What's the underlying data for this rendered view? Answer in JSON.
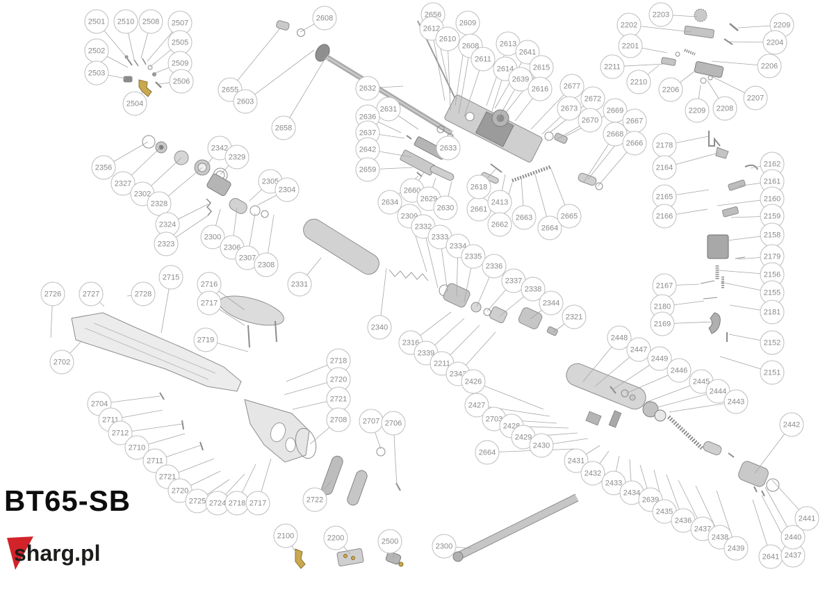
{
  "title": "BT65-SB",
  "brand": {
    "logo_text": "sharg.pl",
    "logo_color": "#d2232a"
  },
  "colors": {
    "balloon_stroke": "#bdbdbd",
    "balloon_text": "#8a8a8a",
    "leader_line": "#a5a5a5",
    "part_grey": "#c9c9c9",
    "part_gold": "#c9a94e"
  },
  "diagram": {
    "parts_format": [
      "label",
      "x",
      "y",
      "target_x",
      "target_y"
    ],
    "parts": [
      [
        "2501",
        139,
        31,
        185,
        86
      ],
      [
        "2510",
        181,
        31,
        193,
        86
      ],
      [
        "2508",
        217,
        31,
        203,
        84
      ],
      [
        "2507",
        259,
        33,
        212,
        88
      ],
      [
        "2502",
        139,
        73,
        184,
        97
      ],
      [
        "2505",
        259,
        61,
        216,
        96
      ],
      [
        "2509",
        259,
        91,
        221,
        106
      ],
      [
        "2503",
        139,
        105,
        181,
        113
      ],
      [
        "2506",
        261,
        117,
        227,
        121
      ],
      [
        "2504",
        194,
        149,
        206,
        131
      ],
      [
        "2608",
        467,
        26,
        432,
        46
      ],
      [
        "2655",
        331,
        129,
        402,
        42
      ],
      [
        "2603",
        353,
        146,
        452,
        72
      ],
      [
        "2658",
        408,
        184,
        468,
        84
      ],
      [
        "2632",
        529,
        127,
        580,
        124
      ],
      [
        "2656",
        623,
        21,
        648,
        134
      ],
      [
        "2612",
        621,
        41,
        640,
        145
      ],
      [
        "2609",
        673,
        33,
        655,
        152
      ],
      [
        "2610",
        644,
        56,
        648,
        158
      ],
      [
        "2608",
        677,
        66,
        660,
        163
      ],
      [
        "2613",
        731,
        63,
        700,
        152
      ],
      [
        "2611",
        695,
        85,
        668,
        168
      ],
      [
        "2641",
        759,
        75,
        712,
        156
      ],
      [
        "2614",
        727,
        99,
        706,
        166
      ],
      [
        "2615",
        779,
        97,
        728,
        162
      ],
      [
        "2639",
        749,
        114,
        716,
        172
      ],
      [
        "2616",
        777,
        128,
        741,
        174
      ],
      [
        "2677",
        823,
        124,
        764,
        186
      ],
      [
        "2672",
        853,
        142,
        792,
        190
      ],
      [
        "2673",
        819,
        156,
        780,
        193
      ],
      [
        "2670",
        849,
        173,
        802,
        200
      ],
      [
        "2669",
        885,
        159,
        812,
        197
      ],
      [
        "2667",
        913,
        174,
        846,
        258
      ],
      [
        "2668",
        885,
        193,
        840,
        262
      ],
      [
        "2666",
        913,
        206,
        860,
        268
      ],
      [
        "2631",
        559,
        157,
        602,
        186
      ],
      [
        "2636",
        529,
        168,
        577,
        191
      ],
      [
        "2637",
        529,
        191,
        582,
        199
      ],
      [
        "2642",
        529,
        215,
        592,
        226
      ],
      [
        "2633",
        645,
        213,
        632,
        202
      ],
      [
        "2659",
        529,
        244,
        594,
        241
      ],
      [
        "2660",
        593,
        274,
        610,
        248
      ],
      [
        "2629",
        617,
        286,
        627,
        256
      ],
      [
        "2634",
        561,
        291,
        602,
        253
      ],
      [
        "2630",
        641,
        299,
        650,
        261
      ],
      [
        "2661",
        689,
        301,
        702,
        261
      ],
      [
        "2618",
        689,
        269,
        714,
        243
      ],
      [
        "2413",
        719,
        291,
        727,
        251
      ],
      [
        "2662",
        719,
        323,
        737,
        263
      ],
      [
        "2663",
        754,
        313,
        750,
        256
      ],
      [
        "2664",
        791,
        328,
        770,
        251
      ],
      [
        "2665",
        819,
        311,
        792,
        241
      ],
      [
        "2203",
        951,
        21,
        1003,
        24
      ],
      [
        "2202",
        905,
        36,
        995,
        46
      ],
      [
        "2209",
        1125,
        36,
        1062,
        40
      ],
      [
        "2201",
        907,
        66,
        960,
        76
      ],
      [
        "2204",
        1115,
        61,
        1050,
        60
      ],
      [
        "2211",
        881,
        96,
        956,
        92
      ],
      [
        "2206",
        1107,
        95,
        1024,
        88
      ],
      [
        "2210",
        919,
        118,
        948,
        94
      ],
      [
        "2206",
        965,
        129,
        1000,
        102
      ],
      [
        "2207",
        1087,
        141,
        1024,
        110
      ],
      [
        "2209",
        1003,
        159,
        1008,
        122
      ],
      [
        "2208",
        1043,
        156,
        1018,
        116
      ],
      [
        "2178",
        956,
        209,
        1020,
        196
      ],
      [
        "2164",
        956,
        241,
        1034,
        220
      ],
      [
        "2162",
        1111,
        236,
        1080,
        242
      ],
      [
        "2161",
        1111,
        261,
        1062,
        268
      ],
      [
        "2165",
        956,
        283,
        1020,
        273
      ],
      [
        "2160",
        1111,
        286,
        1032,
        296
      ],
      [
        "2166",
        956,
        311,
        1018,
        301
      ],
      [
        "2159",
        1111,
        311,
        1052,
        313
      ],
      [
        "2158",
        1111,
        338,
        1047,
        346
      ],
      [
        "2179",
        1111,
        369,
        1062,
        373
      ],
      [
        "2156",
        1111,
        395,
        1034,
        389
      ],
      [
        "2167",
        956,
        411,
        1006,
        409
      ],
      [
        "2155",
        1111,
        421,
        1037,
        406
      ],
      [
        "2180",
        953,
        441,
        1013,
        433
      ],
      [
        "2181",
        1111,
        449,
        1050,
        439
      ],
      [
        "2169",
        953,
        466,
        1028,
        463
      ],
      [
        "2152",
        1111,
        493,
        1049,
        481
      ],
      [
        "2151",
        1111,
        536,
        1036,
        513
      ],
      [
        "2356",
        149,
        241,
        213,
        204
      ],
      [
        "2327",
        177,
        264,
        231,
        212
      ],
      [
        "2302",
        205,
        279,
        261,
        227
      ],
      [
        "2328",
        229,
        293,
        291,
        241
      ],
      [
        "2342",
        316,
        213,
        298,
        237
      ],
      [
        "2329",
        341,
        226,
        317,
        251
      ],
      [
        "2324",
        241,
        323,
        299,
        294
      ],
      [
        "2323",
        239,
        351,
        301,
        309
      ],
      [
        "2300",
        306,
        341,
        317,
        301
      ],
      [
        "2306",
        334,
        356,
        341,
        299
      ],
      [
        "2305",
        389,
        261,
        359,
        289
      ],
      [
        "2304",
        413,
        273,
        371,
        295
      ],
      [
        "2307",
        356,
        371,
        367,
        307
      ],
      [
        "2308",
        383,
        381,
        394,
        309
      ],
      [
        "2331",
        431,
        409,
        462,
        371
      ],
      [
        "2340",
        546,
        471,
        556,
        386
      ],
      [
        "2309",
        589,
        311,
        614,
        391
      ],
      [
        "2332",
        609,
        326,
        630,
        414
      ],
      [
        "2333",
        633,
        341,
        644,
        420
      ],
      [
        "2334",
        659,
        354,
        657,
        427
      ],
      [
        "2335",
        681,
        369,
        668,
        434
      ],
      [
        "2336",
        711,
        383,
        686,
        441
      ],
      [
        "2337",
        739,
        404,
        701,
        448
      ],
      [
        "2338",
        767,
        416,
        719,
        455
      ],
      [
        "2344",
        793,
        436,
        763,
        459
      ],
      [
        "2321",
        826,
        456,
        796,
        478
      ],
      [
        "2316",
        591,
        493,
        649,
        449
      ],
      [
        "2339",
        613,
        508,
        668,
        458
      ],
      [
        "2211",
        636,
        523,
        690,
        468
      ],
      [
        "2343",
        659,
        538,
        713,
        478
      ],
      [
        "2726",
        76,
        423,
        73,
        486
      ],
      [
        "2727",
        131,
        423,
        150,
        441
      ],
      [
        "2728",
        206,
        423,
        183,
        426
      ],
      [
        "2715",
        246,
        399,
        232,
        479
      ],
      [
        "2716",
        301,
        409,
        352,
        446
      ],
      [
        "2717",
        301,
        436,
        352,
        468
      ],
      [
        "2719",
        296,
        489,
        357,
        506
      ],
      [
        "2702",
        89,
        521,
        117,
        491
      ],
      [
        "2704",
        143,
        581,
        230,
        570
      ],
      [
        "2711",
        159,
        604,
        234,
        590
      ],
      [
        "2712",
        173,
        623,
        262,
        610
      ],
      [
        "2710",
        197,
        644,
        266,
        624
      ],
      [
        "2711",
        223,
        663,
        288,
        641
      ],
      [
        "2721",
        241,
        686,
        308,
        660
      ],
      [
        "2720",
        259,
        706,
        317,
        678
      ],
      [
        "2725",
        284,
        721,
        330,
        690
      ],
      [
        "2724",
        313,
        724,
        352,
        682
      ],
      [
        "2718",
        341,
        724,
        368,
        668
      ],
      [
        "2717",
        371,
        724,
        390,
        660
      ],
      [
        "2722",
        453,
        719,
        477,
        692
      ],
      [
        "2718",
        487,
        519,
        412,
        549
      ],
      [
        "2720",
        487,
        546,
        409,
        568
      ],
      [
        "2721",
        487,
        574,
        421,
        589
      ],
      [
        "2708",
        487,
        604,
        446,
        639
      ],
      [
        "2707",
        534,
        606,
        548,
        646
      ],
      [
        "2706",
        566,
        609,
        571,
        699
      ],
      [
        "2100",
        411,
        771,
        427,
        797
      ],
      [
        "2200",
        483,
        774,
        504,
        797
      ],
      [
        "2500",
        561,
        779,
        567,
        803
      ],
      [
        "2300",
        639,
        786,
        678,
        789
      ],
      [
        "2448",
        891,
        486,
        839,
        549
      ],
      [
        "2447",
        919,
        503,
        856,
        556
      ],
      [
        "2449",
        949,
        516,
        881,
        561
      ],
      [
        "2446",
        977,
        533,
        901,
        566
      ],
      [
        "2445",
        1009,
        549,
        929,
        579
      ],
      [
        "2444",
        1033,
        563,
        946,
        586
      ],
      [
        "2443",
        1059,
        578,
        963,
        593
      ],
      [
        "2442",
        1139,
        611,
        1086,
        681
      ],
      [
        "2426",
        681,
        549,
        782,
        589
      ],
      [
        "2427",
        686,
        583,
        791,
        599
      ],
      [
        "2703",
        711,
        603,
        801,
        609
      ],
      [
        "2428",
        736,
        613,
        818,
        616
      ],
      [
        "2429",
        753,
        629,
        831,
        623
      ],
      [
        "2430",
        779,
        641,
        846,
        631
      ],
      [
        "2664",
        701,
        651,
        826,
        646
      ],
      [
        "2431",
        829,
        663,
        863,
        641
      ],
      [
        "2432",
        853,
        681,
        876,
        649
      ],
      [
        "2433",
        883,
        695,
        891,
        656
      ],
      [
        "2434",
        909,
        709,
        906,
        661
      ],
      [
        "2639",
        936,
        719,
        921,
        669
      ],
      [
        "2435",
        956,
        736,
        941,
        676
      ],
      [
        "2436",
        983,
        749,
        959,
        683
      ],
      [
        "2437",
        1011,
        761,
        976,
        691
      ],
      [
        "2438",
        1036,
        773,
        1001,
        699
      ],
      [
        "2439",
        1059,
        789,
        1031,
        706
      ],
      [
        "2641",
        1109,
        801,
        1083,
        719
      ],
      [
        "2437",
        1141,
        799,
        1096,
        713
      ],
      [
        "2440",
        1141,
        773,
        1101,
        701
      ],
      [
        "2441",
        1161,
        746,
        1111,
        691
      ]
    ]
  }
}
